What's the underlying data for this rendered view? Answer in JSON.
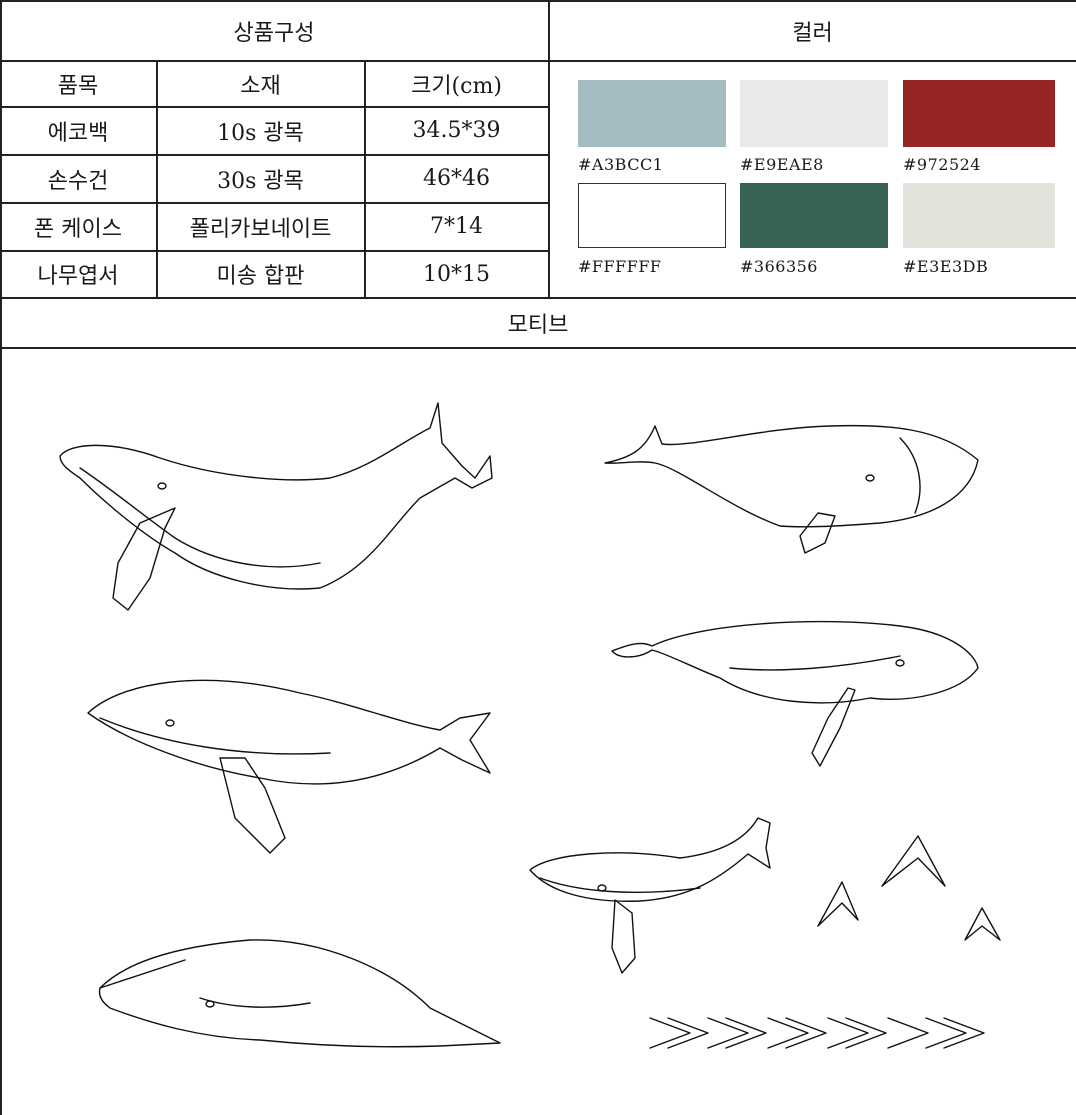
{
  "header": {
    "composition": "상품구성",
    "color": "컬러",
    "motif": "모티브"
  },
  "table": {
    "columns": [
      "품목",
      "소재",
      "크기(cm)"
    ],
    "rows": [
      [
        "에코백",
        "10s 광목",
        "34.5*39"
      ],
      [
        "손수건",
        "30s 광목",
        "46*46"
      ],
      [
        "폰 케이스",
        "폴리카보네이트",
        "7*14"
      ],
      [
        "나무엽서",
        "미송 합판",
        "10*15"
      ]
    ]
  },
  "swatches": [
    {
      "hex": "#A3BCC1",
      "label": "#A3BCC1"
    },
    {
      "hex": "#E9EAE8",
      "label": "#E9EAE8"
    },
    {
      "hex": "#972524",
      "label": "#972524"
    },
    {
      "hex": "#FFFFFF",
      "label": "#FFFFFF"
    },
    {
      "hex": "#366356",
      "label": "#366356"
    },
    {
      "hex": "#E3E3DB",
      "label": "#E3E3DB"
    }
  ],
  "motif_icons": [
    "humpback-whale-icon",
    "right-whale-icon",
    "humpback-whale-icon",
    "humpback-whale-icon",
    "humpback-whale-icon",
    "right-whale-icon",
    "chevron-icon",
    "double-chevron-icon"
  ]
}
